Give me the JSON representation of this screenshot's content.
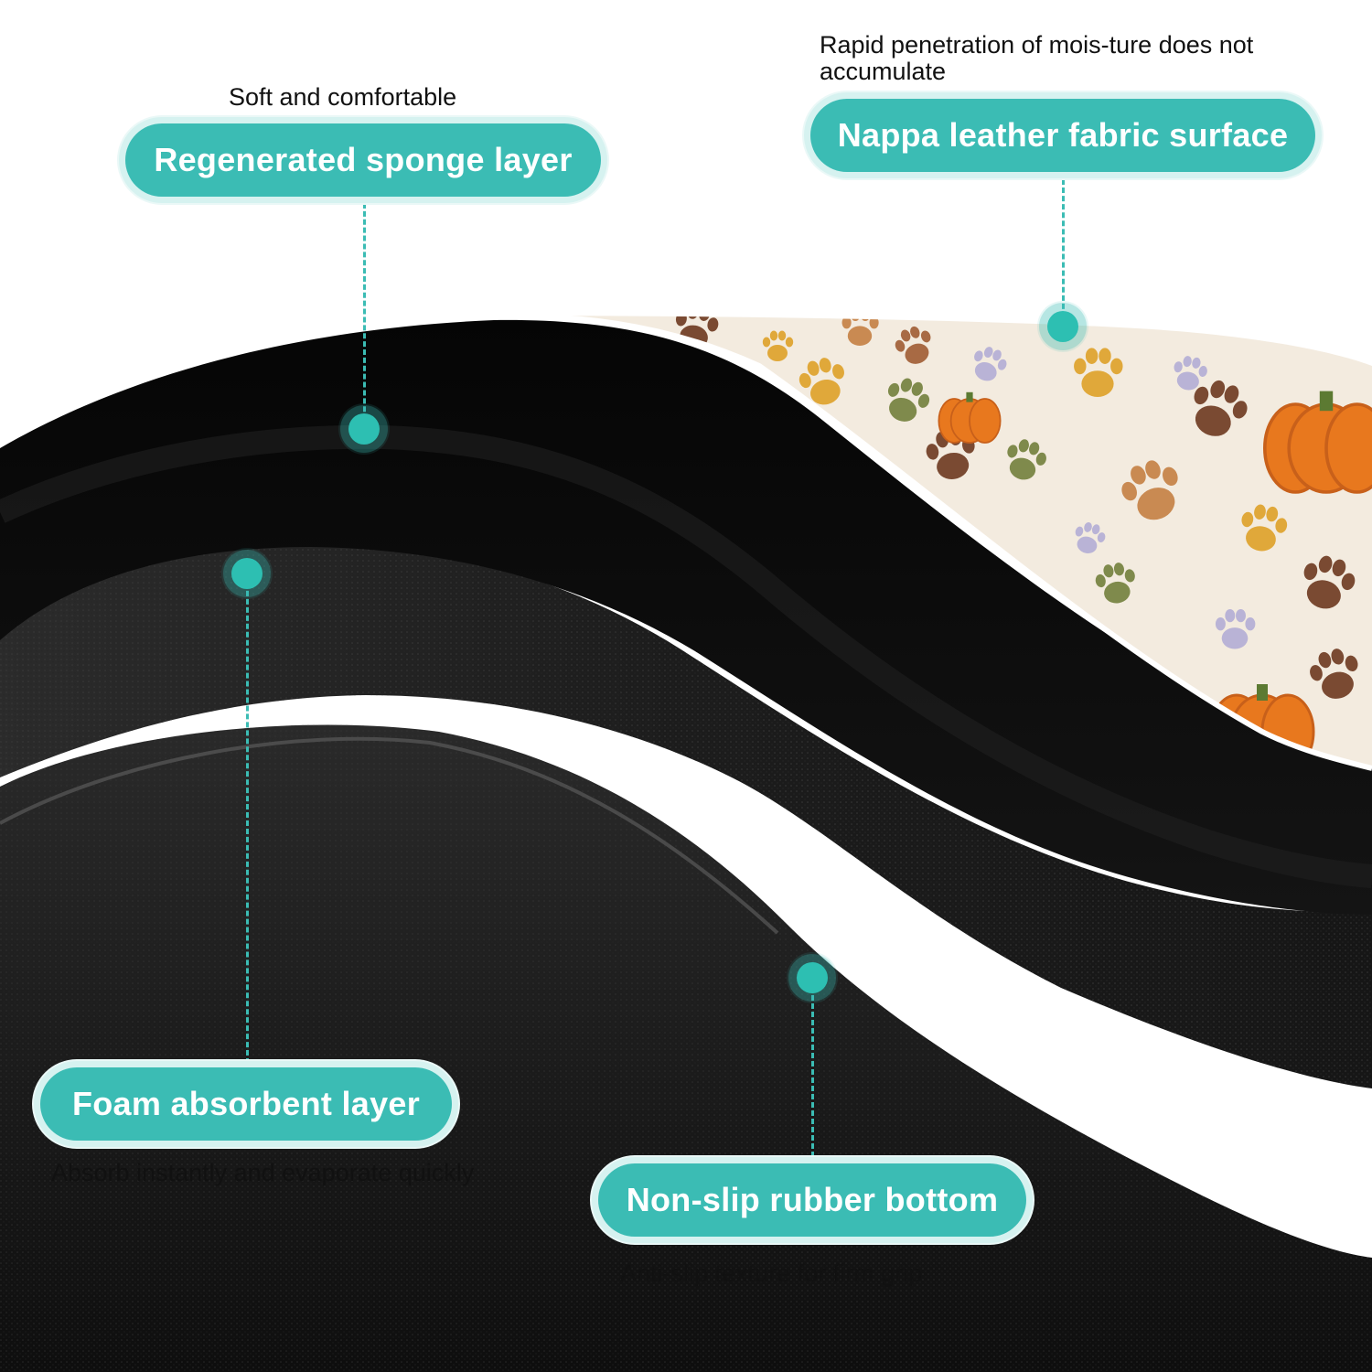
{
  "callouts": {
    "sponge": {
      "label": "Regenerated sponge layer",
      "caption": "Soft and comfortable"
    },
    "surface": {
      "label": "Nappa leather fabric surface",
      "caption": "Rapid penetration of mois-ture does not accumulate"
    },
    "foam": {
      "label": "Foam absorbent layer",
      "caption": "Absorb instantly and evaporate quickly"
    },
    "rubber": {
      "label": "Non-slip rubber bottom",
      "caption": "Anti-slip texture for firm grip"
    }
  },
  "colors": {
    "accent": "#3bbcb4",
    "mat_black": "#0a0a0a",
    "fabric_cream": "#f3ebdf",
    "pumpkin": "#e8781e",
    "paw_brown": "#7a4a32"
  }
}
